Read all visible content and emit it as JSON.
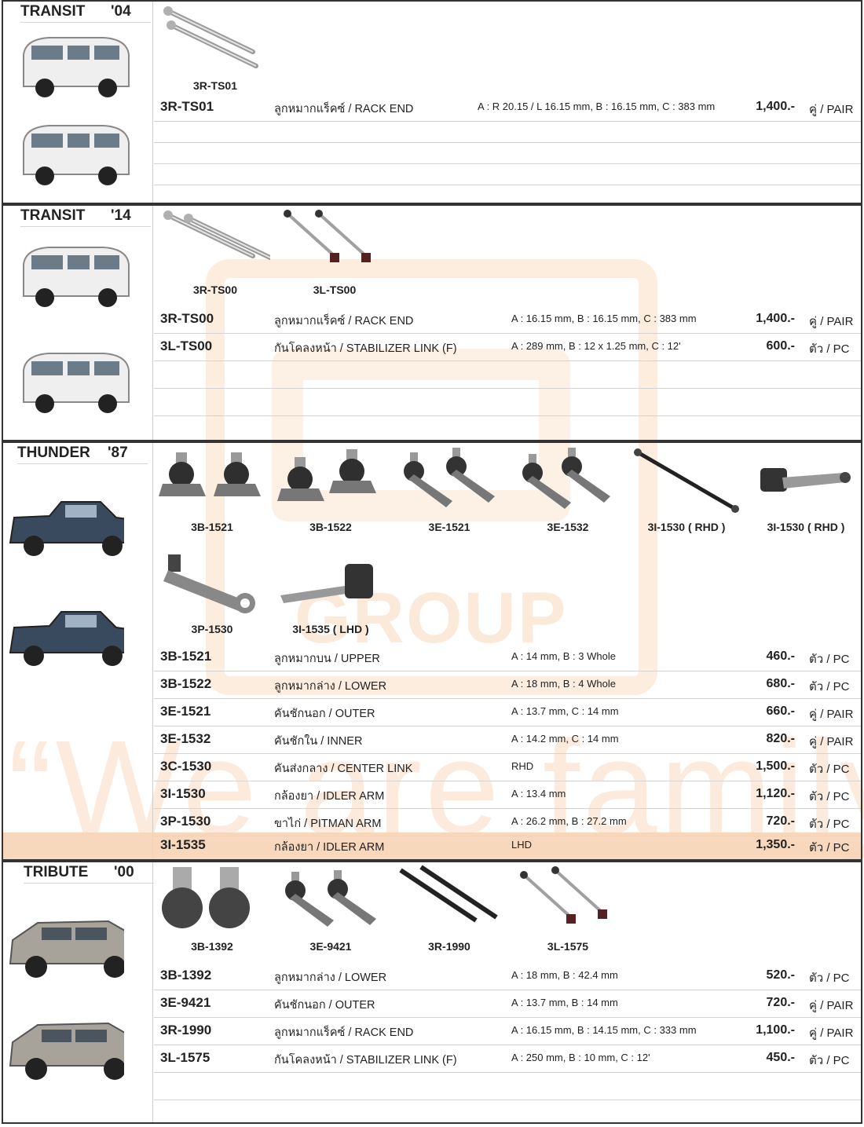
{
  "watermark": {
    "group": "GROUP",
    "slogan": "“We are family”"
  },
  "colors": {
    "accent": "#f4be8c",
    "highlight_row": "#f6d1b2"
  },
  "sections": [
    {
      "model": "TRANSIT",
      "year": "'04",
      "images": [
        {
          "cap": "3R-TS01"
        }
      ],
      "rows": [
        {
          "code": "3R-TS01",
          "desc": "ลูกหมากแร็คซ์ / RACK END",
          "spec": "A : R 20.15 / L 16.15 mm, B : 16.15 mm, C : 383 mm",
          "price": "1,400.-",
          "unit": "คู่ / PAIR"
        }
      ]
    },
    {
      "model": "TRANSIT",
      "year": "'14",
      "images": [
        {
          "cap": "3R-TS00"
        },
        {
          "cap": "3L-TS00"
        }
      ],
      "rows": [
        {
          "code": "3R-TS00",
          "desc": "ลูกหมากแร็คซ์ / RACK END",
          "spec": "A :  16.15 mm, B : 16.15 mm, C : 383 mm",
          "price": "1,400.-",
          "unit": "คู่ / PAIR"
        },
        {
          "code": "3L-TS00",
          "desc": "กันโคลงหน้า / STABILIZER LINK (F)",
          "spec": "A : 289 mm, B : 12 x 1.25 mm, C : 12'",
          "price": "600.-",
          "unit": "ตัว / PC"
        }
      ]
    },
    {
      "model": "THUNDER",
      "year": "'87",
      "images": [
        {
          "cap": "3B-1521"
        },
        {
          "cap": "3B-1522"
        },
        {
          "cap": "3E-1521"
        },
        {
          "cap": "3E-1532"
        },
        {
          "cap": "3I-1530  ( RHD )"
        },
        {
          "cap": "3I-1530  ( RHD )"
        },
        {
          "cap": "3P-1530"
        },
        {
          "cap": "3I-1535  ( LHD )"
        }
      ],
      "rows": [
        {
          "code": "3B-1521",
          "desc": "ลูกหมากบน / UPPER",
          "spec": "A : 14 mm, B : 3  Whole",
          "price": "460.-",
          "unit": "ตัว / PC"
        },
        {
          "code": "3B-1522",
          "desc": "ลูกหมากล่าง / LOWER",
          "spec": "A : 18 mm, B : 4  Whole",
          "price": "680.-",
          "unit": "ตัว / PC"
        },
        {
          "code": "3E-1521",
          "desc": "คันชักนอก / OUTER",
          "spec": "A : 13.7 mm, C : 14 mm",
          "price": "660.-",
          "unit": "คู่ / PAIR"
        },
        {
          "code": "3E-1532",
          "desc": "คันชักใน / INNER",
          "spec": "A : 14.2 mm, C : 14 mm",
          "price": "820.-",
          "unit": "คู่ / PAIR"
        },
        {
          "code": "3C-1530",
          "desc": "คันส่งกลาง / CENTER LINK",
          "spec": "RHD",
          "price": "1,500.-",
          "unit": "ตัว / PC"
        },
        {
          "code": "3I-1530",
          "desc": "กล้องยา / IDLER ARM",
          "spec": "A : 13.4 mm",
          "price": "1,120.-",
          "unit": "ตัว / PC"
        },
        {
          "code": "3P-1530",
          "desc": "ขาไก่ / PITMAN ARM",
          "spec": "A : 26.2 mm, B : 27.2 mm",
          "price": "720.-",
          "unit": "ตัว / PC"
        },
        {
          "code": "3I-1535",
          "desc": "กล้องยา / IDLER ARM",
          "spec": "LHD",
          "price": "1,350.-",
          "unit": "ตัว / PC"
        }
      ]
    },
    {
      "model": "TRIBUTE",
      "year": "'00",
      "images": [
        {
          "cap": "3B-1392"
        },
        {
          "cap": "3E-9421"
        },
        {
          "cap": "3R-1990"
        },
        {
          "cap": "3L-1575"
        }
      ],
      "rows": [
        {
          "code": "3B-1392",
          "desc": "ลูกหมากล่าง / LOWER",
          "spec": "A : 18 mm, B : 42.4 mm",
          "price": "520.-",
          "unit": "ตัว / PC"
        },
        {
          "code": "3E-9421",
          "desc": "คันชักนอก / OUTER",
          "spec": "A : 13.7 mm, B : 14 mm",
          "price": "720.-",
          "unit": "คู่ / PAIR"
        },
        {
          "code": "3R-1990",
          "desc": "ลูกหมากแร็คซ์ / RACK END",
          "spec": "A : 16.15 mm, B : 14.15 mm, C : 333 mm",
          "price": "1,100.-",
          "unit": "คู่ / PAIR"
        },
        {
          "code": "3L-1575",
          "desc": "กันโคลงหน้า / STABILIZER LINK (F)",
          "spec": "A : 250 mm, B : 10 mm, C : 12'",
          "price": "450.-",
          "unit": "ตัว / PC"
        }
      ]
    }
  ]
}
